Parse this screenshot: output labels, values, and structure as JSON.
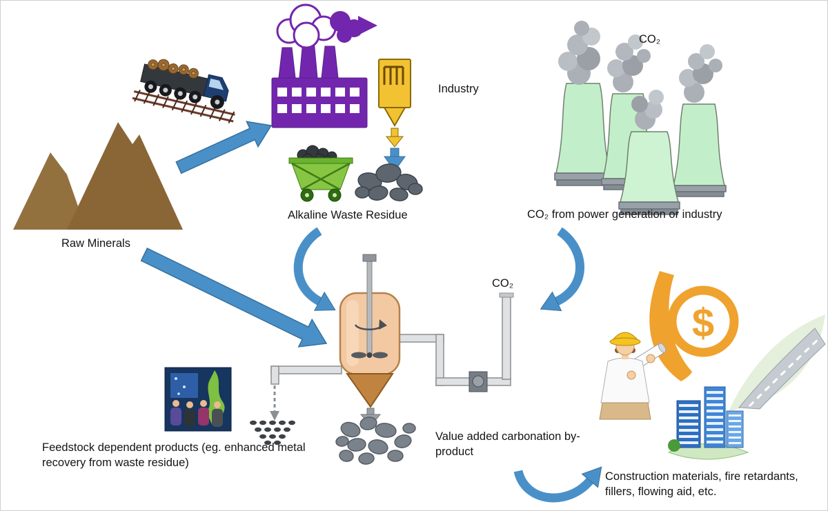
{
  "figure": {
    "labels": {
      "industry": "Industry",
      "co2_source_top": "CO₂",
      "raw_minerals": "Raw Minerals",
      "alkaline_waste_residue": "Alkaline Waste Residue",
      "co2_from_power": "CO₂ from power generation or industry",
      "co2_inlet": "CO₂",
      "feedstock_products": "Feedstock dependent products (eg. enhanced metal recovery from waste residue)",
      "value_added_byproduct": "Value added carbonation by-product",
      "construction_materials": "Construction materials, fire retardants, fillers, flowing aid, etc.",
      "dollar_sign": "$"
    },
    "colors": {
      "arrow_blue": "#4a90c8",
      "factory_purple": "#7226ad",
      "cooling_tower_green": "#c2efc9",
      "smoke_gray": "#a8aeb4",
      "mineral_brown": "#8c6a39",
      "reactor_tan": "#f2c9a2",
      "funnel_brown": "#c08340",
      "cart_green": "#86c643",
      "equipment_yellow": "#f2c233",
      "dollar_orange": "#efa22e",
      "building_blue": "#2e6fc2",
      "rock_gray": "#6e7680"
    }
  }
}
